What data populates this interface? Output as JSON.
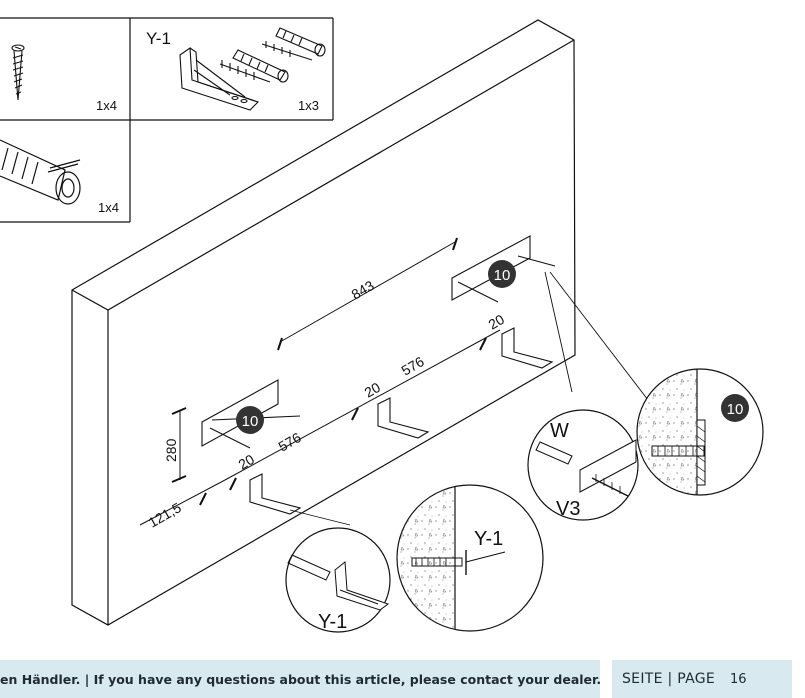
{
  "parts": {
    "screw_qty": "1x4",
    "bracket_label": "Y-1",
    "bracket_qty": "1x3",
    "dowel_qty": "1x4"
  },
  "dimensions": {
    "top_span": "843",
    "span_left": "576",
    "span_right": "576",
    "offset_a": "20",
    "offset_b": "20",
    "offset_c": "20",
    "height": "280",
    "edge": "121,5"
  },
  "markers": {
    "step_left": "10",
    "step_right": "10",
    "step_detail": "10"
  },
  "details": {
    "dowel_label": "W",
    "screw_label": "V3",
    "bracket_top": "Y-1",
    "bracket_bottom": "Y-1"
  },
  "footer": {
    "notice": "en Händler.  |  If you have any questions about this article, please contact your dealer.",
    "page_label": "SEITE | PAGE",
    "page_number": "16"
  }
}
